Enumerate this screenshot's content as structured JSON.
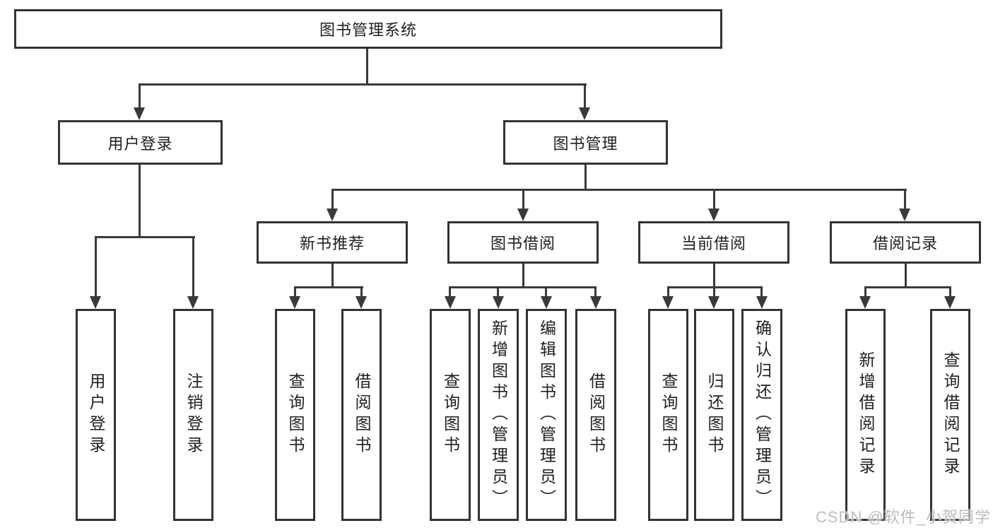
{
  "diagram": {
    "root": {
      "label": "图书管理系统"
    },
    "branches": [
      {
        "label": "用户登录",
        "leaves": [
          "用户登录",
          "注销登录"
        ]
      },
      {
        "label": "图书管理",
        "sections": [
          {
            "label": "新书推荐",
            "leaves": [
              "查询图书",
              "借阅图书"
            ]
          },
          {
            "label": "图书借阅",
            "leaves": [
              "查询图书",
              "新增图书（管理员）",
              "编辑图书（管理员）",
              "借阅图书"
            ]
          },
          {
            "label": "当前借阅",
            "leaves": [
              "查询图书",
              "归还图书",
              "确认归还（管理员）"
            ]
          },
          {
            "label": "借阅记录",
            "leaves": [
              "新增借阅记录",
              "查询借阅记录"
            ]
          }
        ]
      }
    ],
    "watermark": "CSDN @软件_小贺同学",
    "colors": {
      "line": "#3a3a3a",
      "border": "#333333",
      "text": "#1f1f1f",
      "watermark": "#bcbcbc",
      "background": "#ffffff"
    }
  }
}
